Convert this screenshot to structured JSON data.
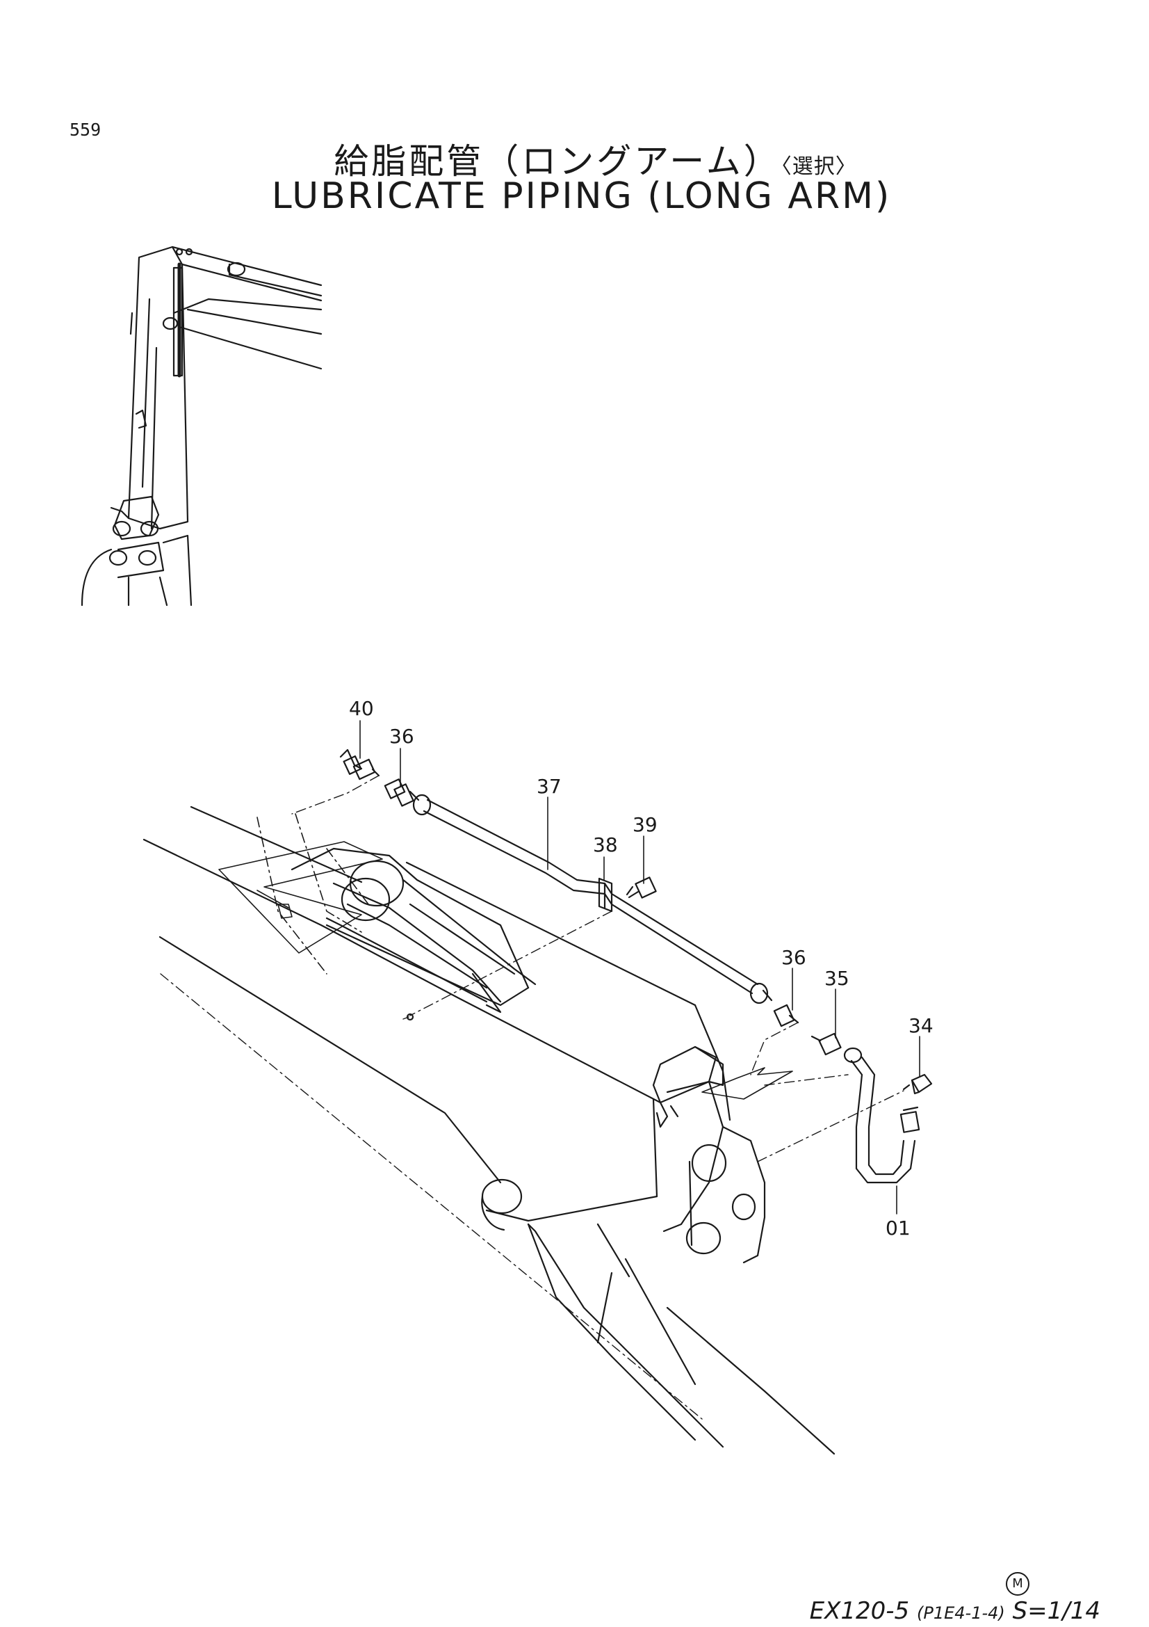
{
  "page_number": "559",
  "title_jp": "給脂配管（ロングアーム）",
  "title_jp_option": "〈選択〉",
  "title_en": "LUBRICATE PIPING (LONG ARM)",
  "callouts": [
    "40",
    "36",
    "37",
    "39",
    "38",
    "36",
    "35",
    "34",
    "01"
  ],
  "footer": {
    "mark": "M",
    "model": "EX120-5",
    "code": "(P1E4-1-4)",
    "sheet": "S=1/14"
  },
  "colors": {
    "ink": "#1a1a1a",
    "paper": "#ffffff"
  }
}
